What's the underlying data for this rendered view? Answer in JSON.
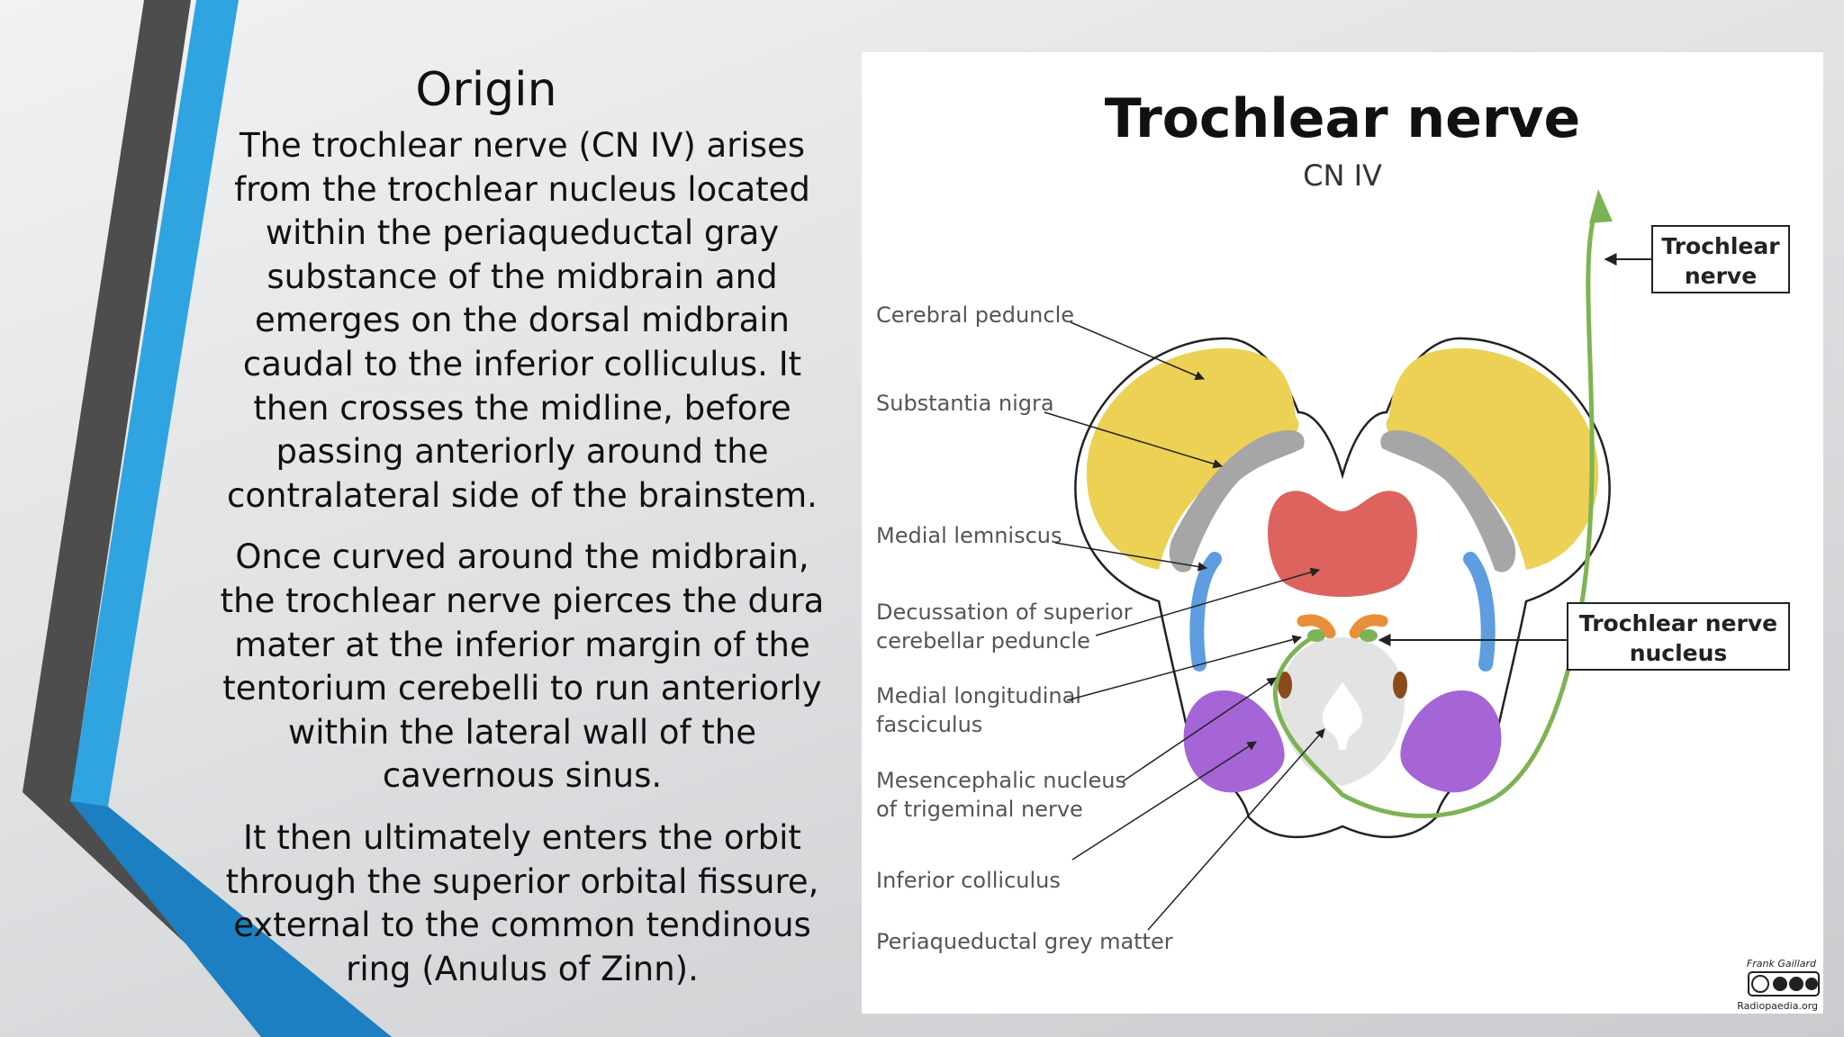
{
  "slide": {
    "title": "Origin",
    "paragraphs": [
      "The trochlear nerve (CN IV) arises from the trochlear nucleus located within the periaqueductal gray substance of the midbrain and emerges on the dorsal midbrain caudal to the inferior colliculus. It then crosses the midline, before passing anteriorly around the contralateral side of the brainstem.",
      "Once curved around the midbrain, the trochlear nerve pierces the dura mater at the inferior margin of the tentorium cerebelli to run anteriorly within the lateral wall of the cavernous sinus.",
      "It then ultimately enters the orbit through the superior orbital fissure, external to the common tendinous ring (Anulus of Zinn)."
    ]
  },
  "figure": {
    "title": "Trochlear nerve",
    "subtitle": "CN IV",
    "labels": {
      "cerebral_peduncle": "Cerebral peduncle",
      "substantia_nigra": "Substantia nigra",
      "medial_lemniscus": "Medial lemniscus",
      "decussation_line1": "Decussation of superior",
      "decussation_line2": "cerebellar peduncle",
      "mlf_line1": "Medial longitudinal",
      "mlf_line2": "fasciculus",
      "mesencephalic_line1": "Mesencephalic nucleus",
      "mesencephalic_line2": "of trigeminal nerve",
      "inferior_colliculus": "Inferior colliculus",
      "periaqueductal": "Periaqueductal grey matter"
    },
    "boxes": {
      "nerve_line1": "Trochlear",
      "nerve_line2": "nerve",
      "nucleus_line1": "Trochlear nerve",
      "nucleus_line2": "nucleus"
    },
    "credit": {
      "author": "Frank Gaillard",
      "site": "Radiopaedia.org",
      "license_badge": "cc-by-nc-sa-badge"
    },
    "colors": {
      "cerebral_peduncle": "#ecd154",
      "substantia_nigra": "#a6a6a6",
      "red_nucleus": "#dd645e",
      "medial_lemniscus": "#5e9de0",
      "decussation": "#e98e3a",
      "nerve": "#7db453",
      "mesencephalic": "#8a4a1c",
      "inferior_colliculus": "#a565d6",
      "periaqueductal": "#e3e3e3"
    }
  },
  "decor": {
    "dark_stripe": "#4a4a4a",
    "blue_stripe": "#2fa4e0",
    "blue_wedge": "#1b7fc1"
  }
}
